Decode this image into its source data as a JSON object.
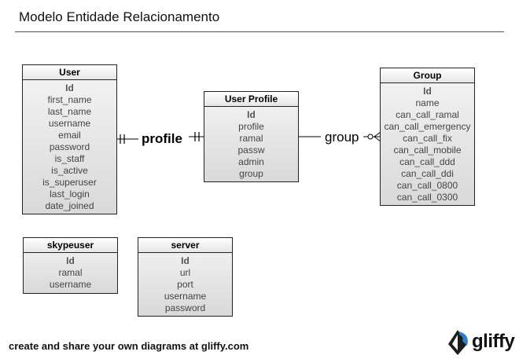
{
  "title": "Modelo Entidade Relacionamento",
  "entities": {
    "user": {
      "name": "User",
      "fields": [
        "Id",
        "first_name",
        "last_name",
        "username",
        "email",
        "password",
        "is_staff",
        "is_active",
        "is_superuser",
        "last_login",
        "date_joined"
      ]
    },
    "user_profile": {
      "name": "User Profile",
      "fields": [
        "Id",
        "profile",
        "ramal",
        "passw",
        "admin",
        "group"
      ]
    },
    "group": {
      "name": "Group",
      "fields": [
        "Id",
        "name",
        "can_call_ramal",
        "can_call_emergency",
        "can_call_fix",
        "can_call_mobile",
        "can_call_ddd",
        "can_call_ddi",
        "can_call_0800",
        "can_call_0300"
      ]
    },
    "skypeuser": {
      "name": "skypeuser",
      "fields": [
        "Id",
        "ramal",
        "username"
      ]
    },
    "server": {
      "name": "server",
      "fields": [
        "Id",
        "url",
        "port",
        "username",
        "password"
      ]
    }
  },
  "relationships": {
    "profile": {
      "label": "profile",
      "from": "User",
      "to": "User Profile"
    },
    "group": {
      "label": "group",
      "from": "User Profile",
      "to": "Group"
    }
  },
  "footer": {
    "text": "create and share your own diagrams at gliffy.com",
    "logo": "gliffy"
  },
  "icons": [
    "gliffy-logo-icon"
  ]
}
